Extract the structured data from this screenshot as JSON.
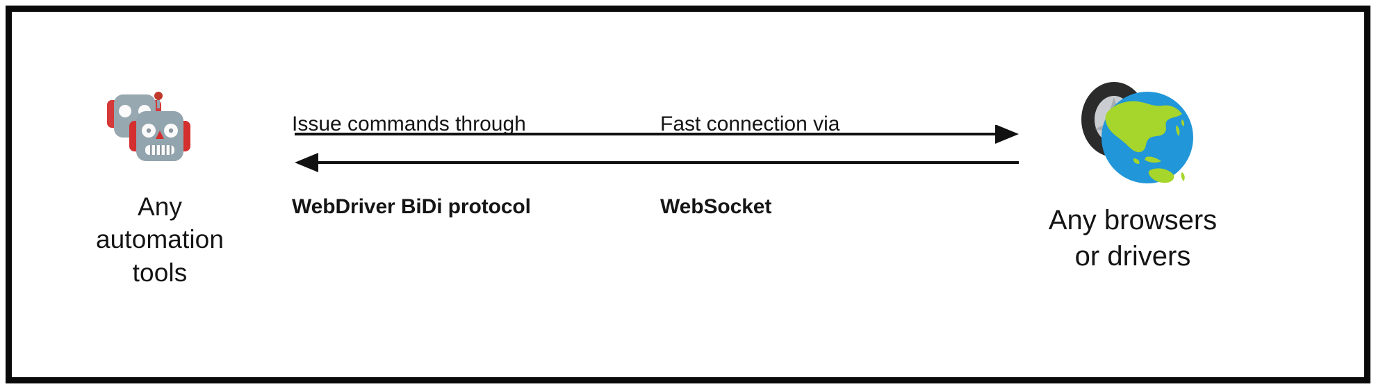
{
  "diagram": {
    "type": "bidirectional-communication-flow",
    "frame_color": "#0a0a0a",
    "background_color": "#ffffff",
    "text_color": "#141414",
    "nodes": [
      {
        "id": "automation-tools",
        "icon": "robot-icon",
        "label_lines": [
          "Any",
          "automation",
          "tools"
        ]
      },
      {
        "id": "browsers-drivers",
        "icon": "globe-and-tire-icon",
        "label_lines": [
          "Any browsers",
          "or drivers"
        ]
      }
    ],
    "edges": [
      {
        "id": "commands-edge",
        "caption_line1": "Issue commands through",
        "caption_line2": "WebDriver BiDi protocol",
        "direction": "left-to-right"
      },
      {
        "id": "transport-edge",
        "caption_line1": "Fast connection via",
        "caption_line2": "WebSocket",
        "direction": "right-to-left"
      }
    ],
    "icon_colors": {
      "robot_body": "#92a4ad",
      "robot_ear": "#d32f2f",
      "robot_eye": "#fafafa",
      "robot_nose": "#d32f2f",
      "globe_water": "#2196d9",
      "globe_land": "#a6d52b",
      "tire_rubber": "#2b2b2b",
      "tire_rim": "#c9cdd1"
    }
  }
}
